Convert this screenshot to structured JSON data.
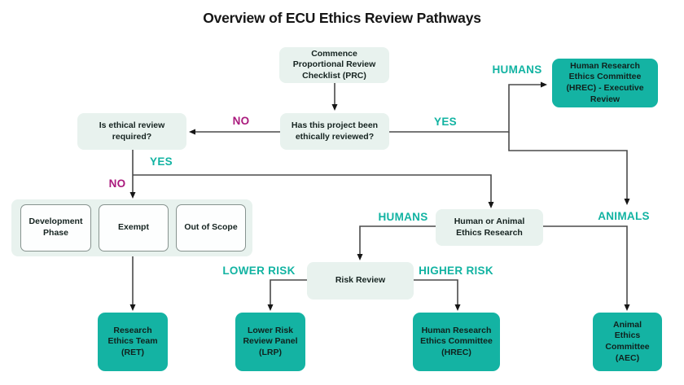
{
  "title": "Overview of ECU Ethics Review Pathways",
  "colors": {
    "teal_box": "#14B3A3",
    "mint_box": "#E8F2EE",
    "teal_label": "#12B3A2",
    "magenta_label": "#AA1A7D",
    "line": "#4A4A4A",
    "text": "#152320"
  },
  "nodes": {
    "prc": "Commence Proportional Review Checklist (PRC)",
    "reviewed": "Has this project been ethically reviewed?",
    "required": "Is ethical review required?",
    "hrec_exec": "Human Research Ethics Committee (HREC) - Executive Review",
    "development_phase": "Development Phase",
    "exempt": "Exempt",
    "out_of_scope": "Out of Scope",
    "human_or_animal": "Human or Animal Ethics Research",
    "risk_review": "Risk Review",
    "ret": "Research Ethics Team (RET)",
    "lrp": "Lower Risk Review Panel (LRP)",
    "hrec": "Human Research Ethics Committee (HREC)",
    "aec": "Animal Ethics Committee (AEC)"
  },
  "branch_labels": {
    "no_reviewed": "NO",
    "yes_reviewed": "YES",
    "humans_exec": "HUMANS",
    "yes_required": "YES",
    "no_required": "NO",
    "humans_research": "HUMANS",
    "animals": "ANIMALS",
    "lower_risk": "LOWER RISK",
    "higher_risk": "HIGHER RISK"
  }
}
